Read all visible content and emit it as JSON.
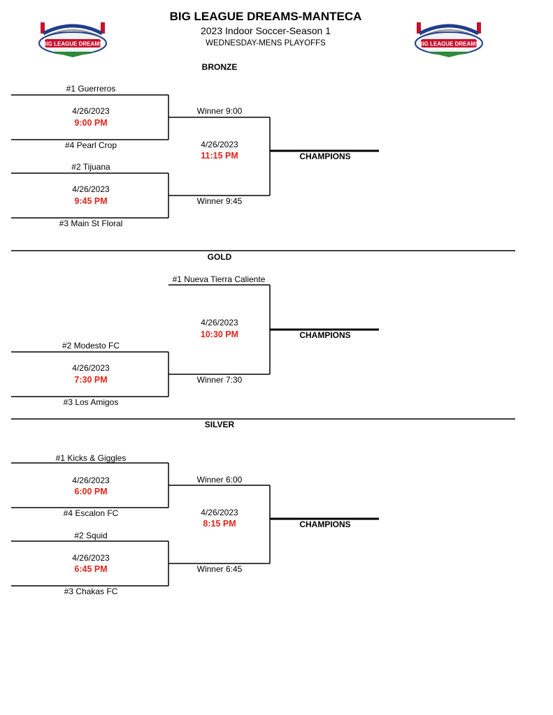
{
  "header": {
    "title": "BIG LEAGUE DREAMS-MANTECA",
    "subtitle": "2023 Indoor Soccer-Season 1",
    "division": "WEDNESDAY-MENS PLAYOFFS",
    "logo_left_text": "BIG LEAGUE DREAMS",
    "logo_right_text": "BIG LEAGUE DREAMS"
  },
  "bronze": {
    "label": "BRONZE",
    "team1": "#1 Guerreros",
    "game1_date": "4/26/2023",
    "game1_time": "9:00 PM",
    "team4": "#4 Pearl Crop",
    "team2": "#2 Tijuana",
    "game2_date": "4/26/2023",
    "game2_time": "9:45 PM",
    "team3": "#3 Main St Floral",
    "winner_a": "Winner 9:00",
    "winner_b": "Winner 9:45",
    "final_date": "4/26/2023",
    "final_time": "11:15 PM",
    "champions": "CHAMPIONS"
  },
  "gold": {
    "label": "GOLD",
    "team1": "#1 Nueva Tierra Caliente",
    "final_date": "4/26/2023",
    "final_time": "10:30 PM",
    "team2": "#2 Modesto FC",
    "game_date": "4/26/2023",
    "game_time": "7:30 PM",
    "team3": "#3 Los Amigos",
    "winner": "Winner 7:30",
    "champions": "CHAMPIONS"
  },
  "silver": {
    "label": "SILVER",
    "team1": "#1 Kicks & Giggles",
    "game1_date": "4/26/2023",
    "game1_time": "6:00 PM",
    "team4": "#4 Escalon FC",
    "team2": "#2 Squid",
    "game2_date": "4/26/2023",
    "game2_time": "6:45 PM",
    "team3": "#3 Chakas FC",
    "winner_a": "Winner 6:00",
    "winner_b": "Winner 6:45",
    "final_date": "4/26/2023",
    "final_time": "8:15 PM",
    "champions": "CHAMPIONS"
  },
  "colors": {
    "time_red": "#e2231a",
    "logo_red": "#c8102e",
    "logo_blue": "#1f3f8a",
    "logo_green": "#2e8b3a"
  }
}
